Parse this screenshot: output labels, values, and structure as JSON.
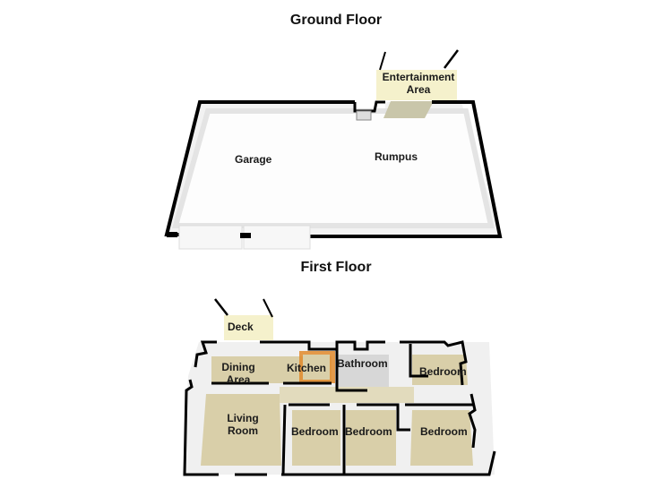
{
  "ground_floor": {
    "title": "Ground Floor",
    "rooms": {
      "garage": "Garage",
      "rumpus": "Rumpus",
      "entertainment": "Entertainment Area"
    },
    "entertainment_line1": "Entertainment",
    "entertainment_line2": "Area"
  },
  "first_floor": {
    "title": "First Floor",
    "rooms": {
      "deck": "Deck",
      "dining_line1": "Dining",
      "dining_line2": "Area",
      "kitchen": "Kitchen",
      "bathroom": "Bathroom",
      "bedroom_ne": "Bedroom",
      "living_line1": "Living",
      "living_line2": "Room",
      "bedroom_1": "Bedroom",
      "bedroom_2": "Bedroom",
      "bedroom_se": "Bedroom"
    }
  },
  "colors": {
    "wall": "#000000",
    "floor_ground": "#f4f4f4",
    "floor_wood": "#d9cfa9",
    "deck": "#f3efc4",
    "kitchen_counter": "#e08a2c",
    "bath_floor": "#cfcfcf"
  }
}
